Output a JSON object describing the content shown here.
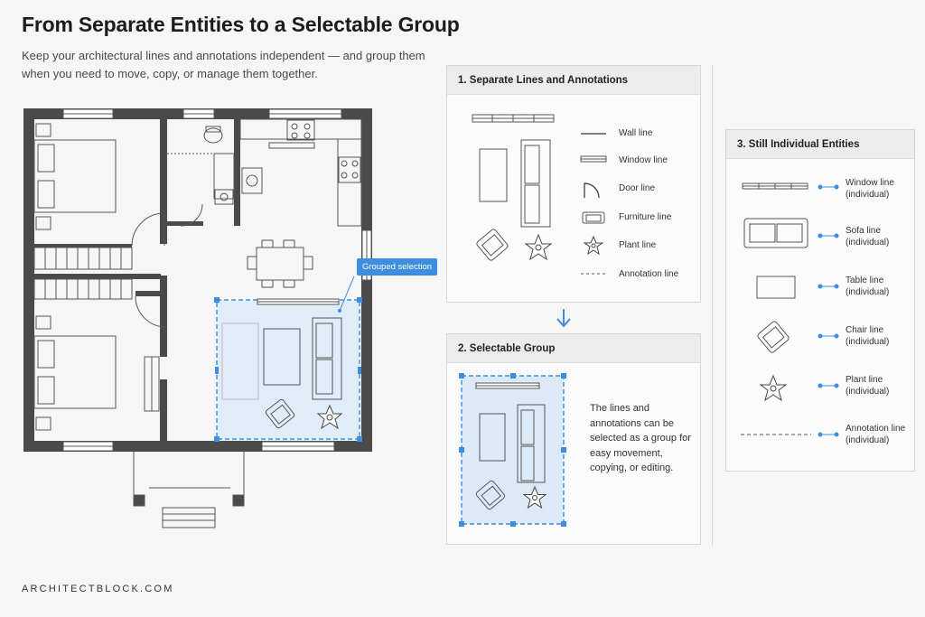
{
  "page": {
    "title": "From Separate Entities to a Selectable Group",
    "subtitle": "Keep your architectural lines and annotations independent — and group them when you need to move, copy, or manage them together.",
    "footer": "ARCHITECTBLOCK.COM"
  },
  "floor_plan": {
    "callout_label": "Grouped selection"
  },
  "panel_separate": {
    "title": "1. Separate Lines and Annotations",
    "legend": [
      {
        "icon": "wall-line-icon",
        "label": "Wall line"
      },
      {
        "icon": "window-line-icon",
        "label": "Window line"
      },
      {
        "icon": "door-line-icon",
        "label": "Door line"
      },
      {
        "icon": "furniture-line-icon",
        "label": "Furniture line"
      },
      {
        "icon": "plant-line-icon",
        "label": "Plant line"
      },
      {
        "icon": "annotation-line-icon",
        "label": "Annotation line"
      }
    ]
  },
  "panel_group": {
    "title": "2. Selectable Group",
    "description": "The lines and annotations can be selected as a group for easy movement, copying, or editing."
  },
  "panel_entities": {
    "title": "3. Still Individual Entities",
    "items": [
      {
        "icon": "window-icon",
        "name": "Window line",
        "note": "(individual)"
      },
      {
        "icon": "sofa-icon",
        "name": "Sofa line",
        "note": "(individual)"
      },
      {
        "icon": "table-icon",
        "name": "Table line",
        "note": "(individual)"
      },
      {
        "icon": "chair-icon",
        "name": "Chair line",
        "note": "(individual)"
      },
      {
        "icon": "plant-icon",
        "name": "Plant line",
        "note": "(individual)"
      },
      {
        "icon": "annotation-line-icon",
        "name": "Annotation line",
        "note": "(individual)"
      }
    ]
  },
  "colors": {
    "accent": "#3d8de0",
    "selection_fill": "#dceaf8",
    "wall": "#4a4a4a"
  }
}
